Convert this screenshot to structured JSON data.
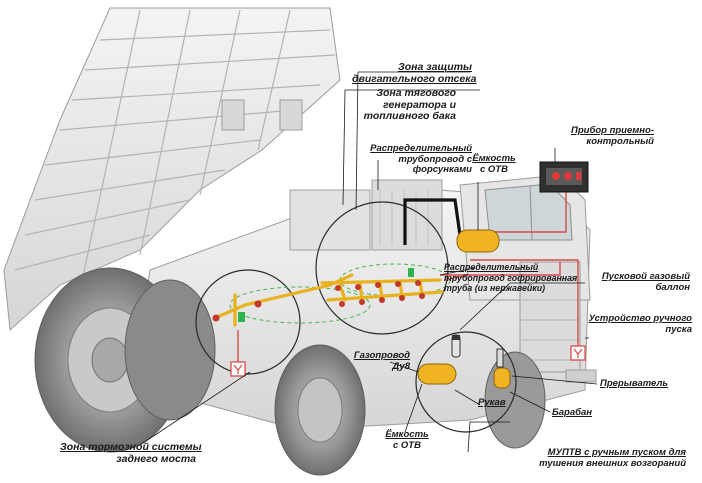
{
  "labels": {
    "engine_zone": [
      "Зона защиты",
      "двигательного отсека"
    ],
    "generator_zone": [
      "Зона  тягового",
      "генератора и",
      "топливного бака"
    ],
    "distribution_pipe": [
      "Распределительный",
      "трубопровод  с",
      "форсунками"
    ],
    "tank_top": [
      "Ёмкость",
      "с ОТВ"
    ],
    "control_device": [
      "Прибор приемно-",
      "контрольный"
    ],
    "corrugated_pipe": [
      "Распределительный",
      "трубопровод гофрированная",
      "труба (из нержавейки)"
    ],
    "gas_cylinder": [
      "Пусковой газовый",
      "баллон"
    ],
    "manual_start": [
      "Устройство ручного",
      "пуска"
    ],
    "gas_line": [
      "Газопровод",
      "Ду8"
    ],
    "interrupter": "Прерыватель",
    "hose": "Рукав",
    "drum": "Барабан",
    "tank_bottom": [
      "Ёмкость",
      "с ОТВ"
    ],
    "mufpt": [
      "МУПТВ с ручным пуском для",
      "тушения внешних возгораний"
    ],
    "brake_zone": [
      "Зона тормозной системы",
      "заднего моста"
    ]
  },
  "colors": {
    "pipe_yellow": "#e8b21d",
    "pipe_red": "#c0392b",
    "line_red": "#d84a4a",
    "pipe_black": "#111111",
    "body_gray": "#e9e9e9",
    "shade_gray": "#bdbdbd",
    "tire_gray": "#8f8f8f"
  },
  "icons": {
    "manual_start_box": "Y-switch-icon"
  }
}
